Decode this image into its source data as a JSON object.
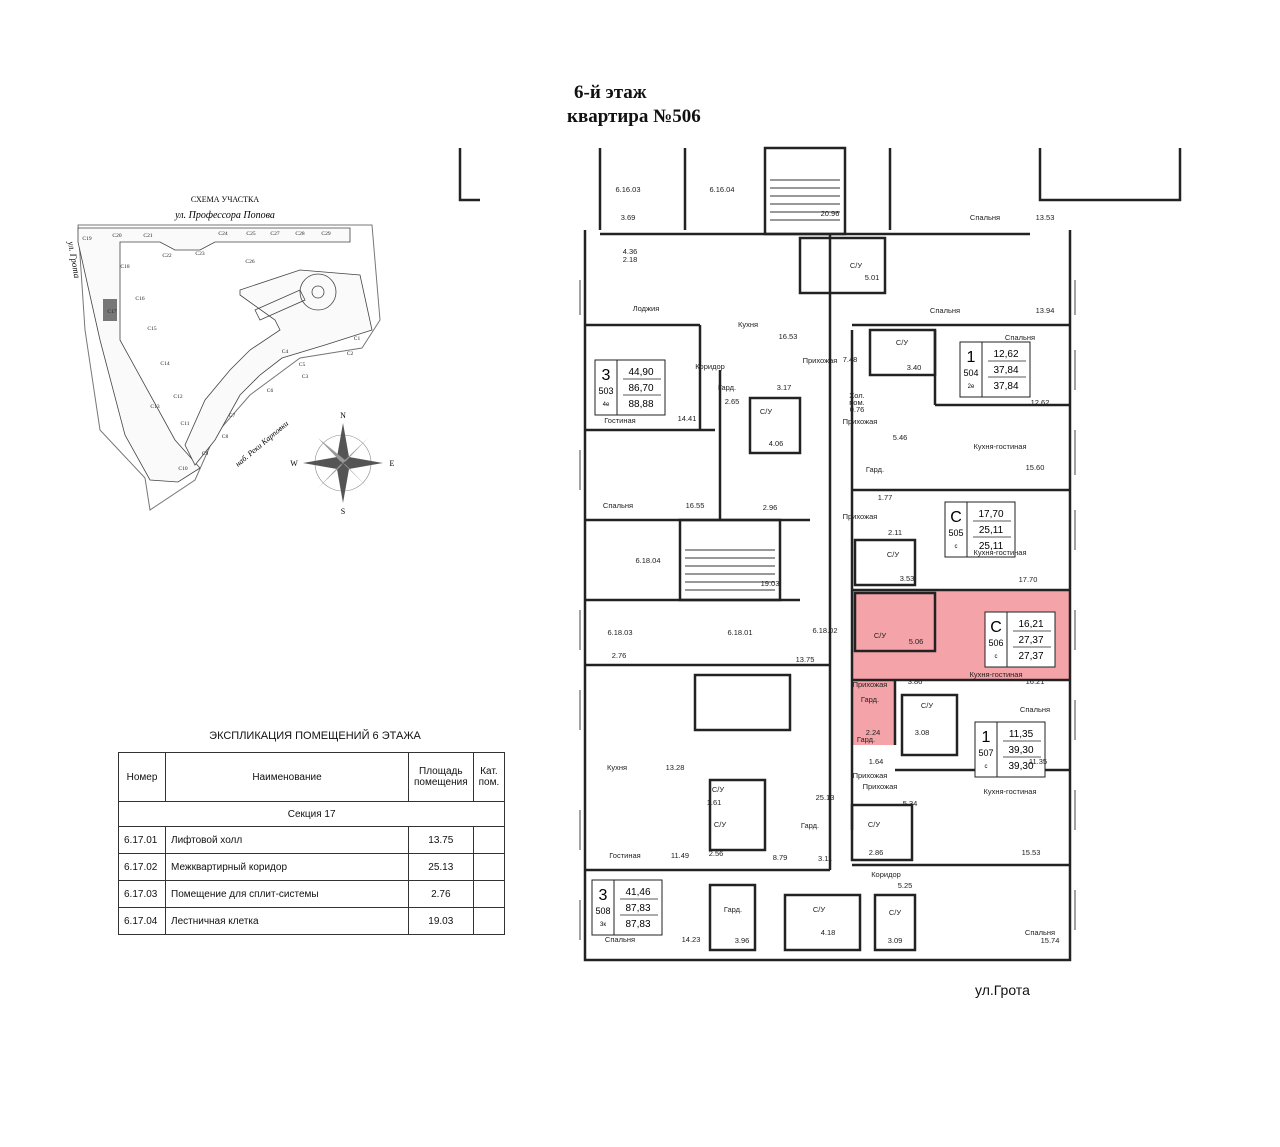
{
  "header": {
    "floor": "6-й этаж",
    "apartment": "квартира №506"
  },
  "site_scheme": {
    "caption": "СХЕМА УЧАСТКА",
    "street_top": "ул. Профессора Попова",
    "street_left": "ул. Грота",
    "street_bottom": "наб. Реки Карповки",
    "sections": [
      "С1",
      "С2",
      "С3",
      "С4",
      "С5",
      "С6",
      "С7",
      "С8",
      "С9",
      "С10",
      "С11",
      "С12",
      "С13",
      "С14",
      "С15",
      "С16",
      "С17",
      "С18",
      "С19",
      "С20",
      "С21",
      "С22",
      "С23",
      "С24",
      "С25",
      "С26",
      "С27",
      "С28",
      "С29"
    ],
    "compass": {
      "n": "N",
      "e": "E",
      "s": "S",
      "w": "W"
    }
  },
  "explication": {
    "caption": "ЭКСПЛИКАЦИЯ ПОМЕЩЕНИЙ 6 ЭТАЖА",
    "headers": [
      "Номер",
      "Наименование",
      "Площадь помещения",
      "Кат. пом."
    ],
    "section": "Секция 17",
    "rows": [
      {
        "num": "6.17.01",
        "name": "Лифтовой холл",
        "area": "13.75",
        "cat": ""
      },
      {
        "num": "6.17.02",
        "name": "Межквартирный коридор",
        "area": "25.13",
        "cat": ""
      },
      {
        "num": "6.17.03",
        "name": "Помещение для сплит-системы",
        "area": "2.76",
        "cat": ""
      },
      {
        "num": "6.17.04",
        "name": "Лестничная клетка",
        "area": "19.03",
        "cat": ""
      }
    ]
  },
  "plan": {
    "highlight_color": "#f4a3a8",
    "apartments": [
      {
        "id": "503",
        "rooms": "3",
        "sub": "4е",
        "areas": [
          "44,90",
          "86,70",
          "88,88"
        ]
      },
      {
        "id": "504",
        "rooms": "1",
        "sub": "2е",
        "areas": [
          "12,62",
          "37,84",
          "37,84"
        ]
      },
      {
        "id": "505",
        "rooms": "С",
        "sub": "с",
        "areas": [
          "17,70",
          "25,11",
          "25,11"
        ]
      },
      {
        "id": "506",
        "rooms": "С",
        "sub": "с",
        "areas": [
          "16,21",
          "27,37",
          "27,37"
        ]
      },
      {
        "id": "507",
        "rooms": "1",
        "sub": "с",
        "areas": [
          "11,35",
          "39,30",
          "39,30"
        ]
      },
      {
        "id": "508",
        "rooms": "3",
        "sub": "3к",
        "areas": [
          "41,46",
          "87,83",
          "87,83"
        ]
      }
    ],
    "labels": [
      {
        "t": "6.16.03"
      },
      {
        "t": "6.16.04"
      },
      {
        "t": "3.69"
      },
      {
        "t": "20.96"
      },
      {
        "t": "Спальня"
      },
      {
        "t": "13.53"
      },
      {
        "t": "4.36"
      },
      {
        "t": "2.18"
      },
      {
        "t": "С/У"
      },
      {
        "t": "5.01"
      },
      {
        "t": "Лоджия"
      },
      {
        "t": "Спальня"
      },
      {
        "t": "13.94"
      },
      {
        "t": "Кухня"
      },
      {
        "t": "16.53"
      },
      {
        "t": "Коридор"
      },
      {
        "t": "Прихожая"
      },
      {
        "t": "7.48"
      },
      {
        "t": "С/У"
      },
      {
        "t": "Спальня"
      },
      {
        "t": "Гард."
      },
      {
        "t": "3.17"
      },
      {
        "t": "2.65"
      },
      {
        "t": "С/У"
      },
      {
        "t": "Хол."
      },
      {
        "t": "пом."
      },
      {
        "t": "0.76"
      },
      {
        "t": "3.40"
      },
      {
        "t": "Гостиная"
      },
      {
        "t": "14.41"
      },
      {
        "t": "4.06"
      },
      {
        "t": "Прихожая"
      },
      {
        "t": "12.62"
      },
      {
        "t": "5.46"
      },
      {
        "t": "Кухня-гостиная"
      },
      {
        "t": "Гард."
      },
      {
        "t": "15.60"
      },
      {
        "t": "Спальня"
      },
      {
        "t": "16.55"
      },
      {
        "t": "2.96"
      },
      {
        "t": "1.77"
      },
      {
        "t": "Прихожая"
      },
      {
        "t": "6.18.04"
      },
      {
        "t": "2.11"
      },
      {
        "t": "С/У"
      },
      {
        "t": "Кухня-гостиная"
      },
      {
        "t": "3.53"
      },
      {
        "t": "17.70"
      },
      {
        "t": "19.03"
      },
      {
        "t": "6.18.03"
      },
      {
        "t": "6.18.01"
      },
      {
        "t": "6.18.02"
      },
      {
        "t": "2.76"
      },
      {
        "t": "13.75"
      },
      {
        "t": "С/У"
      },
      {
        "t": "5.06"
      },
      {
        "t": "Кухня-гостиная"
      },
      {
        "t": "Прихожая"
      },
      {
        "t": "3.86"
      },
      {
        "t": "16.21"
      },
      {
        "t": "Гард."
      },
      {
        "t": "2.24"
      },
      {
        "t": "С/У"
      },
      {
        "t": "3.08"
      },
      {
        "t": "Спальня"
      },
      {
        "t": "Прихожая"
      },
      {
        "t": "Кухня"
      },
      {
        "t": "13.28"
      },
      {
        "t": "Гард."
      },
      {
        "t": "1.64"
      },
      {
        "t": "11.35"
      },
      {
        "t": "С/У"
      },
      {
        "t": "1.61"
      },
      {
        "t": "Прихожая"
      },
      {
        "t": "5.34"
      },
      {
        "t": "Кухня-гостиная"
      },
      {
        "t": "25.13"
      },
      {
        "t": "С/У"
      },
      {
        "t": "Гард."
      },
      {
        "t": "С/У"
      },
      {
        "t": "2.56"
      },
      {
        "t": "8.79"
      },
      {
        "t": "3.11"
      },
      {
        "t": "2.86"
      },
      {
        "t": "Гостиная"
      },
      {
        "t": "11.49"
      },
      {
        "t": "15.53"
      },
      {
        "t": "Коридор"
      },
      {
        "t": "5.25"
      },
      {
        "t": "Гард."
      },
      {
        "t": "С/У"
      },
      {
        "t": "С/У"
      },
      {
        "t": "3.96"
      },
      {
        "t": "4.18"
      },
      {
        "t": "3.09"
      },
      {
        "t": "Спальня"
      },
      {
        "t": "14.23"
      },
      {
        "t": "Спальня"
      },
      {
        "t": "15.74"
      }
    ]
  },
  "street": "ул.Грота"
}
